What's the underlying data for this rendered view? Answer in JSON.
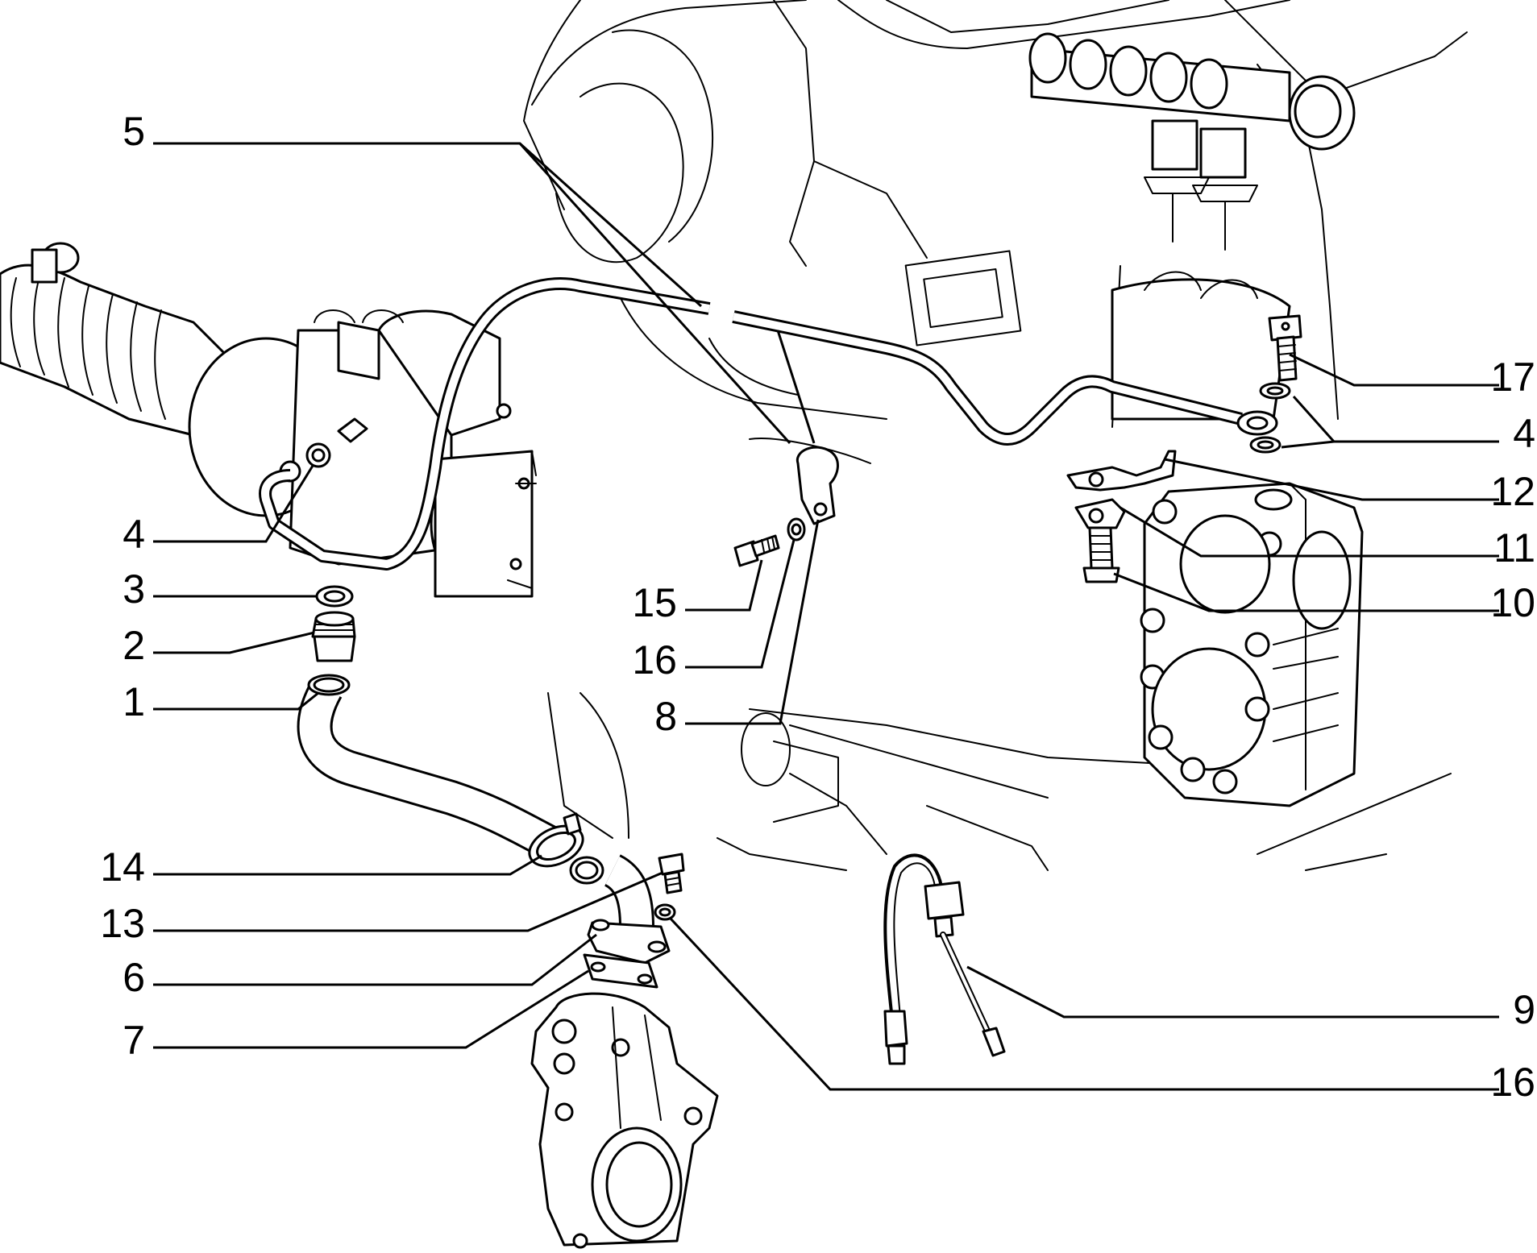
{
  "callouts": [
    {
      "id": "c5",
      "label": "5"
    },
    {
      "id": "c17",
      "label": "17"
    },
    {
      "id": "c4r",
      "label": "4"
    },
    {
      "id": "c12",
      "label": "12"
    },
    {
      "id": "c11",
      "label": "11"
    },
    {
      "id": "c10",
      "label": "10"
    },
    {
      "id": "c4l",
      "label": "4"
    },
    {
      "id": "c3",
      "label": "3"
    },
    {
      "id": "c2",
      "label": "2"
    },
    {
      "id": "c1",
      "label": "1"
    },
    {
      "id": "c15",
      "label": "15"
    },
    {
      "id": "c16m",
      "label": "16"
    },
    {
      "id": "c8",
      "label": "8"
    },
    {
      "id": "c14",
      "label": "14"
    },
    {
      "id": "c13",
      "label": "13"
    },
    {
      "id": "c6",
      "label": "6"
    },
    {
      "id": "c7",
      "label": "7"
    },
    {
      "id": "c9",
      "label": "9"
    },
    {
      "id": "c16r",
      "label": "16"
    }
  ]
}
